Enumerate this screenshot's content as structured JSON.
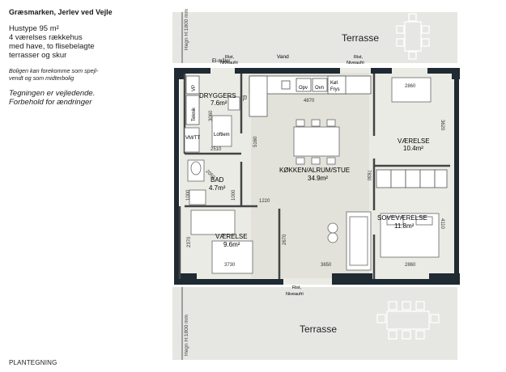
{
  "header": {
    "title": "Græsmarken, Jerlev ved Vejle",
    "lines": [
      "Hustype 95 m²",
      "4 værelses rækkehus",
      "med have, to flisebelagte",
      "terrasser og skur"
    ],
    "mirror_note": [
      "Boligen kan forekomme som spejl-",
      "vendt og som midterbolig"
    ],
    "disclaimer": [
      "Tegningen er vejledende.",
      "Forbehold for ændringer"
    ]
  },
  "footer": {
    "label": "PLANTEGNING"
  },
  "plan": {
    "terrace_top": "Terrasse",
    "terrace_bottom": "Terrasse",
    "hedge_top": "Hegn H:1800 mm",
    "hedge_bottom": "Hegn H:1800 mm",
    "el_meter": "El-måler",
    "vand": "Vand",
    "rist_top_left": [
      "Rist,",
      "Niveaufri"
    ],
    "rist_top_right": [
      "Rist,",
      "Niveaufri"
    ],
    "rist_bottom": [
      "Rist,",
      "Niveaufri"
    ],
    "rooms": {
      "dryggers": {
        "name": "DRYGGERS",
        "area": "7.6m²"
      },
      "kokken": {
        "name": "KØKKEN/ALRUM/STUE",
        "area": "34.9m²"
      },
      "vaerelse_right": {
        "name": "VÆRELSE",
        "area": "10.4m²"
      },
      "bad": {
        "name": "BAD",
        "area": "4.7m²"
      },
      "soveraerelse": {
        "name": "SOVEVÆRELSE",
        "area": "11.8m²"
      },
      "vaerelse_left": {
        "name": "VÆRELSE",
        "area": "9.6m²"
      }
    },
    "fixtures": {
      "vp": "VP",
      "teknik": "Teknik",
      "el": "EL",
      "loftlem": "Loftlem",
      "vmt": "VM/TT",
      "opv": "Opv",
      "ovn": "Ovn",
      "kol": "Køl",
      "frys": "Frys"
    },
    "dims": {
      "d4870": "4870",
      "d2860_top": "2860",
      "d3620": "3620",
      "d3060": "3060",
      "d2510": "2510",
      "d5160": "5160",
      "d7830": "7830",
      "d1000a": "1000",
      "d1000b": "1000",
      "d2050": "2050",
      "d1220": "1220",
      "d4110": "4110",
      "d2370": "2370",
      "d2670": "2670",
      "d3730": "3730",
      "d3650": "3650",
      "d2860_bottom": "2860"
    }
  }
}
